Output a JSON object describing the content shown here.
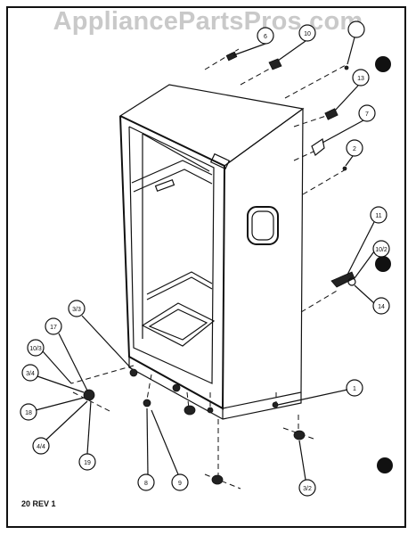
{
  "watermark": "AppliancePartsPros.com",
  "revision": "20 REV 1",
  "callouts": [
    {
      "id": "c6",
      "label": "6"
    },
    {
      "id": "c10",
      "label": "10"
    },
    {
      "id": "c-top",
      "label": ""
    },
    {
      "id": "c13",
      "label": "13"
    },
    {
      "id": "c7",
      "label": "7"
    },
    {
      "id": "c2",
      "label": "2"
    },
    {
      "id": "c11",
      "label": "11"
    },
    {
      "id": "c10-2",
      "label": "10/2"
    },
    {
      "id": "c14",
      "label": "14"
    },
    {
      "id": "c3-3",
      "label": "3/3"
    },
    {
      "id": "c17",
      "label": "17"
    },
    {
      "id": "c10-3",
      "label": "10/3"
    },
    {
      "id": "c3-4",
      "label": "3/4"
    },
    {
      "id": "c18",
      "label": "18"
    },
    {
      "id": "c4-4",
      "label": "4/4"
    },
    {
      "id": "c19",
      "label": "19"
    },
    {
      "id": "c8",
      "label": "8"
    },
    {
      "id": "c9",
      "label": "9"
    },
    {
      "id": "c1",
      "label": "1"
    },
    {
      "id": "c3-2",
      "label": "3/2"
    }
  ]
}
